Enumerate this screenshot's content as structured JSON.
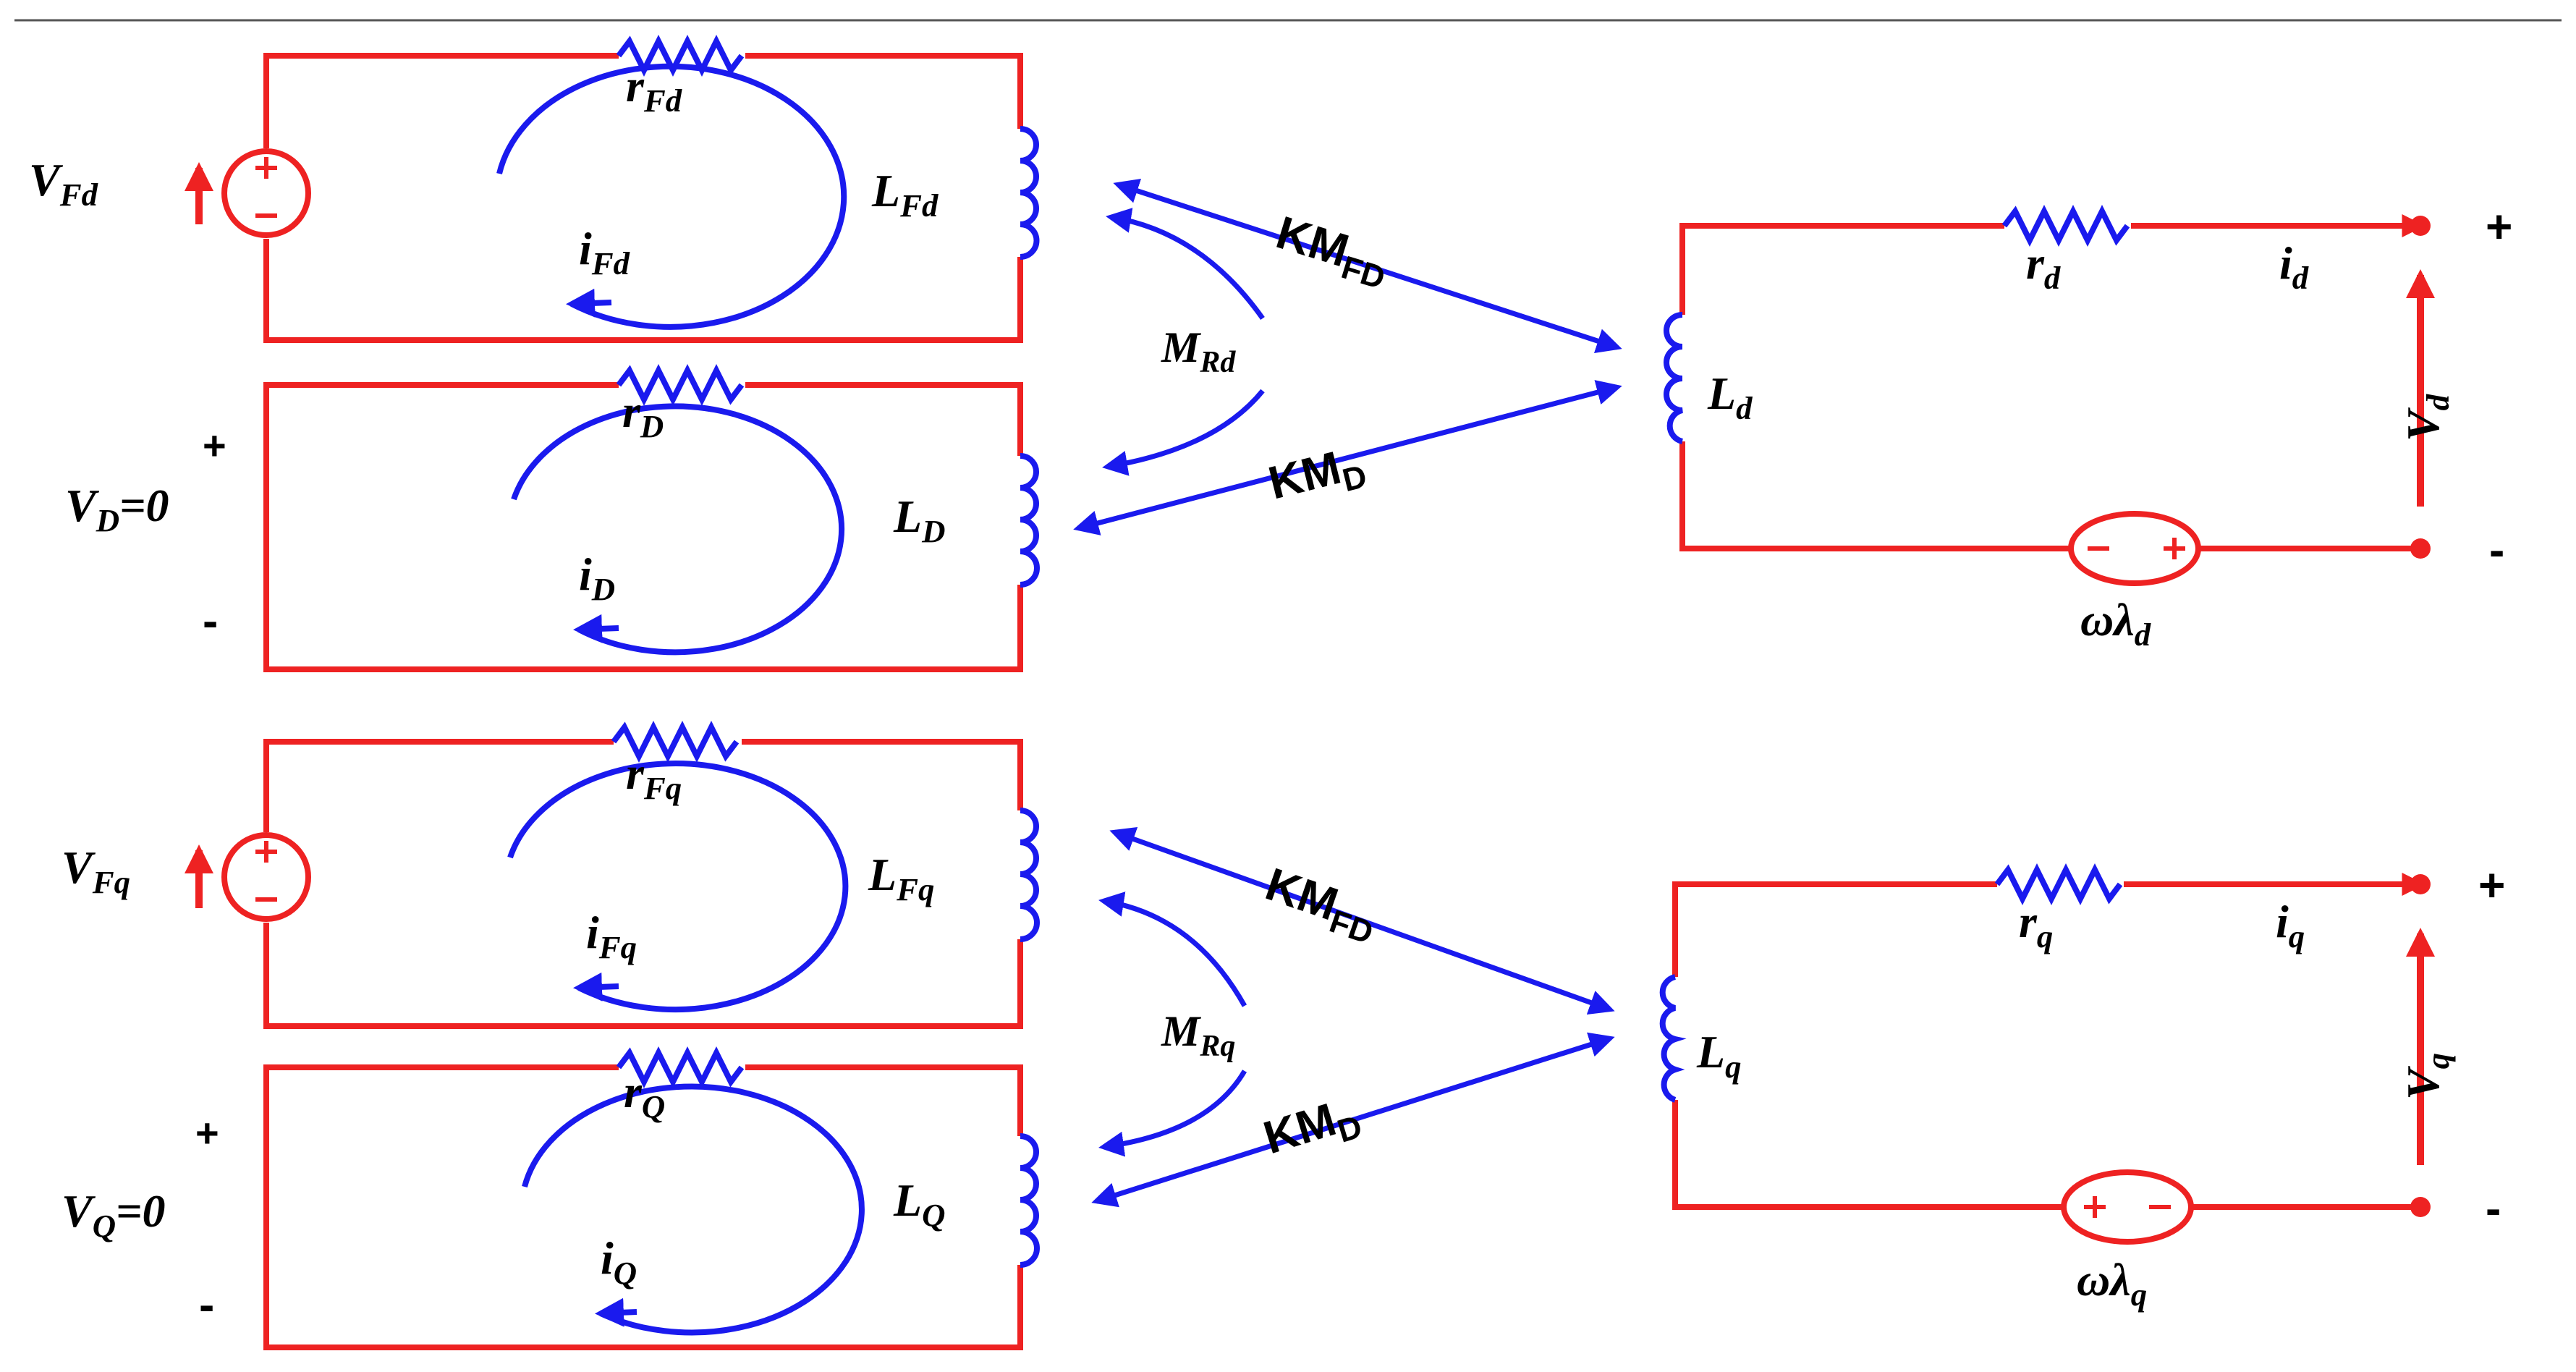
{
  "colors": {
    "wire": "#ee2222",
    "coupling": "#1a1aee",
    "text": "#000000"
  },
  "d_axis": {
    "field": {
      "source": "V",
      "source_sub": "Fd",
      "resistor": "r",
      "resistor_sub": "Fd",
      "inductor": "L",
      "inductor_sub": "Fd",
      "current": "i",
      "current_sub": "Fd"
    },
    "damper": {
      "plus": "+",
      "source": "V",
      "source_sub": "D",
      "source_value": "=0",
      "minus": "-",
      "resistor": "r",
      "resistor_sub": "D",
      "inductor": "L",
      "inductor_sub": "D",
      "current": "i",
      "current_sub": "D"
    },
    "mutual": "M",
    "mutual_sub": "Rd",
    "km_top": "KM",
    "km_top_sub": "FD",
    "km_bottom": "KM",
    "km_bottom_sub": "D",
    "stator": {
      "inductor": "L",
      "inductor_sub": "d",
      "resistor": "r",
      "resistor_sub": "d",
      "current": "i",
      "current_sub": "d",
      "voltage": "V",
      "voltage_sub": "d",
      "plus": "+",
      "minus": "-",
      "speed_voltage": "ωλ",
      "speed_voltage_sub": "d"
    }
  },
  "q_axis": {
    "field": {
      "source": "V",
      "source_sub": "Fq",
      "resistor": "r",
      "resistor_sub": "Fq",
      "inductor": "L",
      "inductor_sub": "Fq",
      "current": "i",
      "current_sub": "Fq"
    },
    "damper": {
      "plus": "+",
      "source": "V",
      "source_sub": "Q",
      "source_value": "=0",
      "minus": "-",
      "resistor": "r",
      "resistor_sub": "Q",
      "inductor": "L",
      "inductor_sub": "Q",
      "current": "i",
      "current_sub": "Q"
    },
    "mutual": "M",
    "mutual_sub": "Rq",
    "km_top": "KM",
    "km_top_sub": "FD",
    "km_bottom": "KM",
    "km_bottom_sub": "D",
    "stator": {
      "inductor": "L",
      "inductor_sub": "q",
      "resistor": "r",
      "resistor_sub": "q",
      "current": "i",
      "current_sub": "q",
      "voltage": "V",
      "voltage_sub": "q",
      "plus": "+",
      "minus": "-",
      "speed_voltage": "ωλ",
      "speed_voltage_sub": "q"
    }
  }
}
